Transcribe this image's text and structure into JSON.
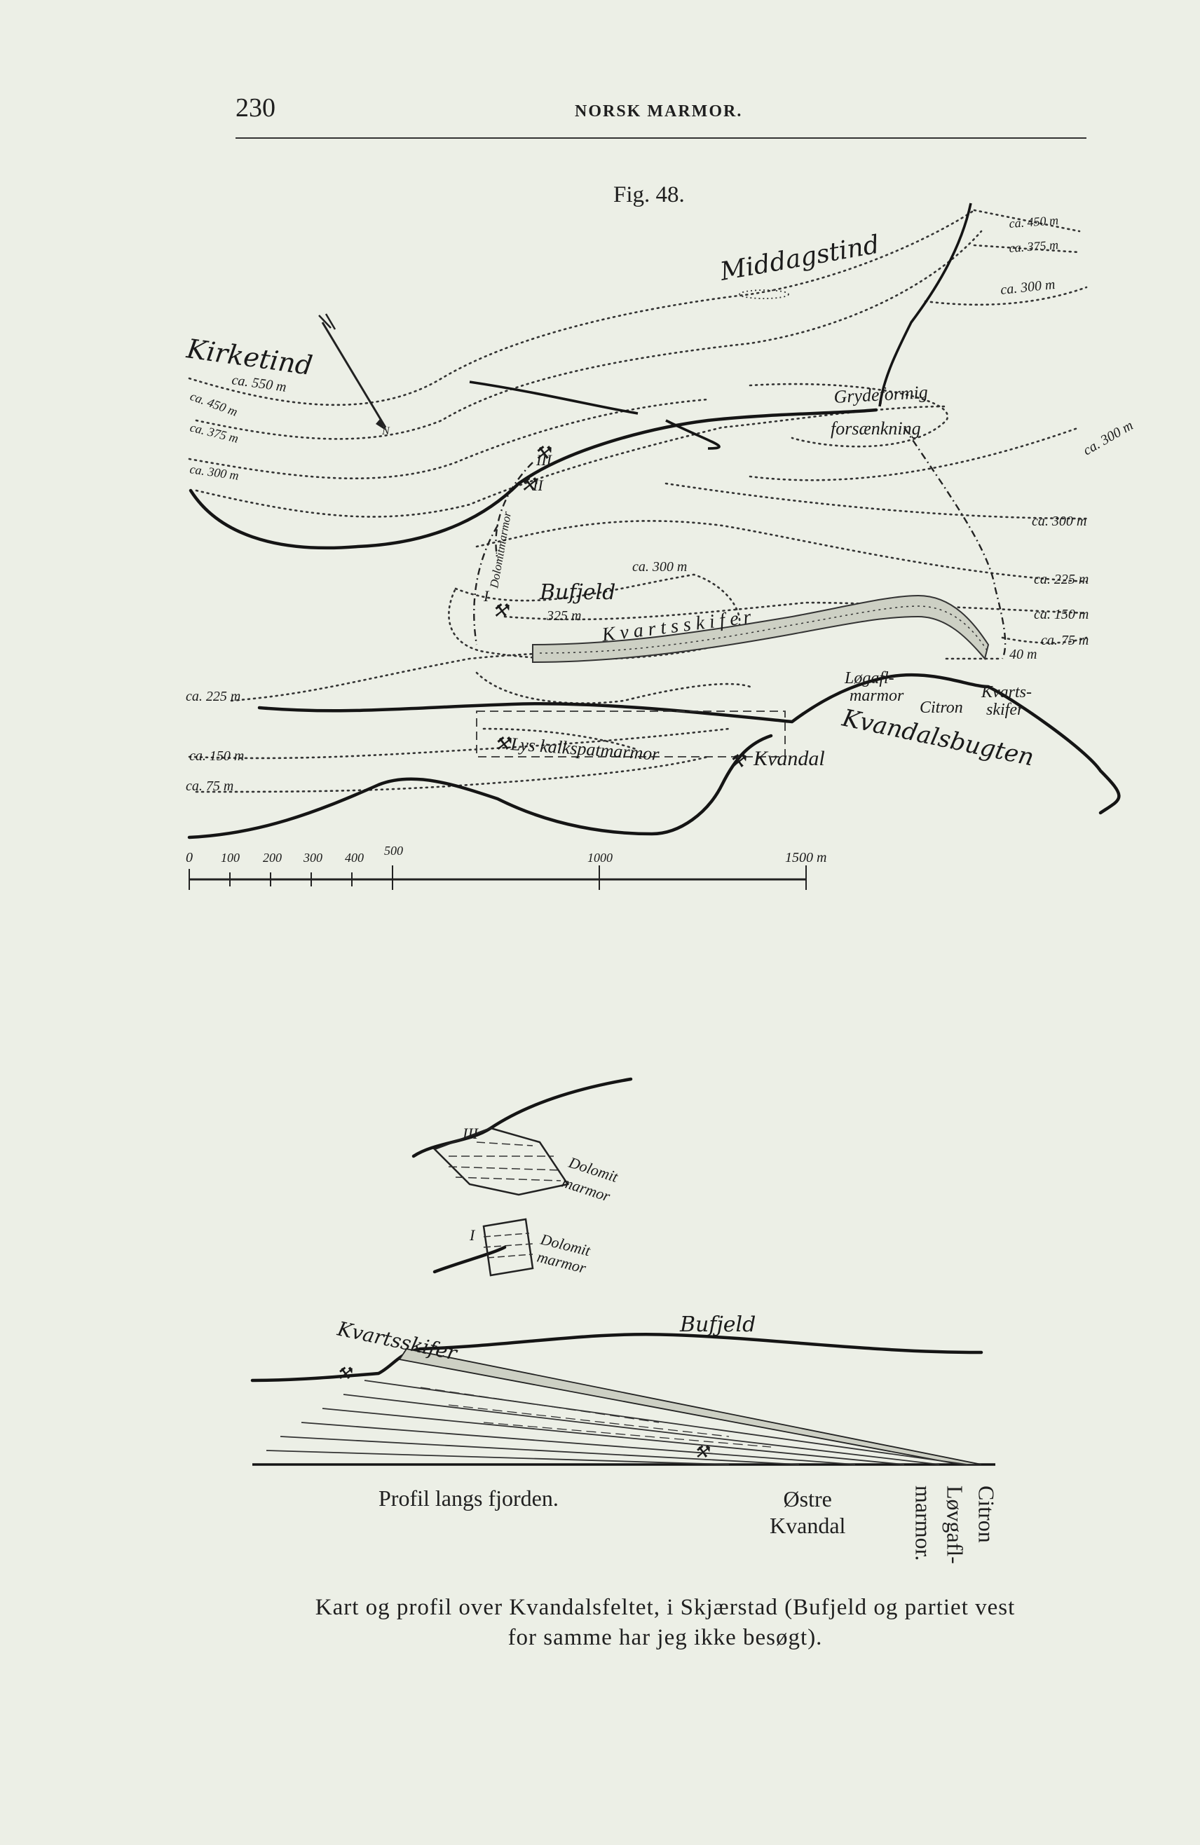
{
  "header": {
    "page_number": "230",
    "running_head": "NORSK MARMOR."
  },
  "figure": {
    "label": "Fig. 48.",
    "map": {
      "labels": {
        "kirketind": "Kirketind",
        "kirketind_alt": "ca. 550 m",
        "middagstind": "Middagstind",
        "grydeformig_1": "Grydeformig",
        "grydeformig_2": "forsænkning",
        "bufjeld": "Bufjeld",
        "bufjeld_alt": "325 m",
        "kvartsskifer": "K v a r t s s k i f e r",
        "lys_kalkspat": "Lys kalkspatmarmor",
        "kvandal": "Kvandal",
        "kvandalsbugten": "Kvandalsbugten",
        "logafl_1": "Løgafl-",
        "logafl_2": "marmor",
        "citron": "Citron",
        "kvarts_1": "Kvarts-",
        "kvarts_2": "skifer",
        "dolomit_vert": "Dolomitmarmor",
        "mine_III": "III",
        "mine_II": "II",
        "mine_I": "I",
        "north": "N"
      },
      "contours": {
        "left_450": "ca. 450 m",
        "left_375": "ca. 375 m",
        "left_300": "ca. 300 m",
        "right_450": "ca. 450 m",
        "right_375": "ca. 375 m",
        "right_300a": "ca. 300 m",
        "right_300b": "ca. 300 m",
        "right_300c": "ca. 300 m",
        "center_300": "ca. 300 m",
        "right_225": "ca. 225 m",
        "right_150": "ca. 150 m",
        "right_75": "ca. 75 m",
        "right_40": "40 m",
        "left_225": "ca. 225 m",
        "left_150": "ca. 150 m",
        "left_75": "ca. 75 m"
      },
      "scale_bar": {
        "ticks": [
          "0",
          "100",
          "200",
          "300",
          "400",
          "500",
          "1000",
          "1500 m"
        ]
      }
    },
    "profile": {
      "labels": {
        "roman_III": "III",
        "roman_I": "I",
        "dolomit_1": "Dolomit",
        "dolomit_1b": "marmor",
        "dolomit_2": "Dolomit",
        "dolomit_2b": "marmor",
        "kvartsskifer": "Kvartsskifer",
        "bufjeld": "Bufjeld"
      },
      "caption_left": "Profil langs fjorden.",
      "ostre_1": "Østre",
      "ostre_2": "Kvandal",
      "vertical": [
        "Citron",
        "Løvgafl-",
        "marmor."
      ]
    },
    "caption_lines": [
      "Kart og profil over Kvandalsfeltet, i Skjærstad (Bufjeld og partiet vest",
      "for samme har jeg ikke besøgt)."
    ]
  }
}
